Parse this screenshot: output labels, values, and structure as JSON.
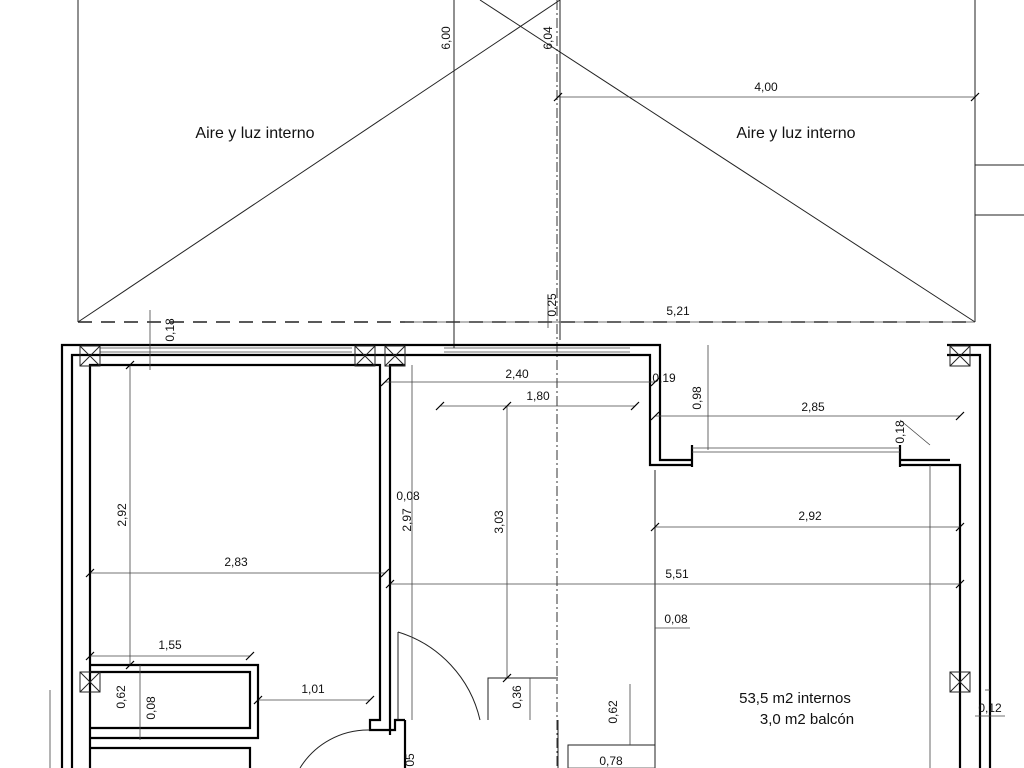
{
  "plan": {
    "rooms": {
      "left_court": "Aire y luz interno",
      "right_court": "Aire y luz interno"
    },
    "area": {
      "internal": "53,5 m2 internos",
      "balcony": "3,0 m2 balcón"
    },
    "dimensions": {
      "d600": "6,00",
      "d604": "6,04",
      "d400": "4,00",
      "d025": "0,25",
      "d521": "5,21",
      "d018a": "0,18",
      "d240": "2,40",
      "d019": "0,19",
      "d180": "1,80",
      "d098": "0,98",
      "d285": "2,85",
      "d018b": "0,18",
      "d292a": "2,92",
      "d008a": "0,08",
      "d297": "2,97",
      "d303": "3,03",
      "d292b": "2,92",
      "d283": "2,83",
      "d551": "5,51",
      "d008b": "0,08",
      "d155": "1,55",
      "d062a": "0,62",
      "d008c": "0,08",
      "d101": "1,01",
      "d036": "0,36",
      "d062b": "0,62",
      "d012": "0,12",
      "d078": "0,78",
      "d05": "05"
    }
  }
}
